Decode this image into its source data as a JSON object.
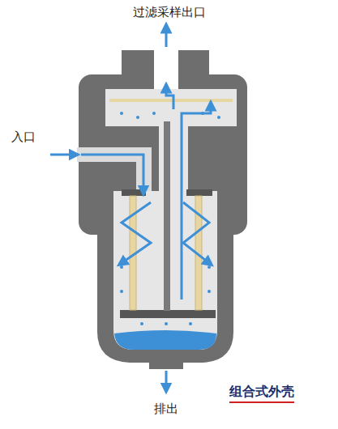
{
  "diagram": {
    "caption": "组合式外壳",
    "labels": [
      "过滤采样出口",
      "入口",
      "排出"
    ]
  }
}
